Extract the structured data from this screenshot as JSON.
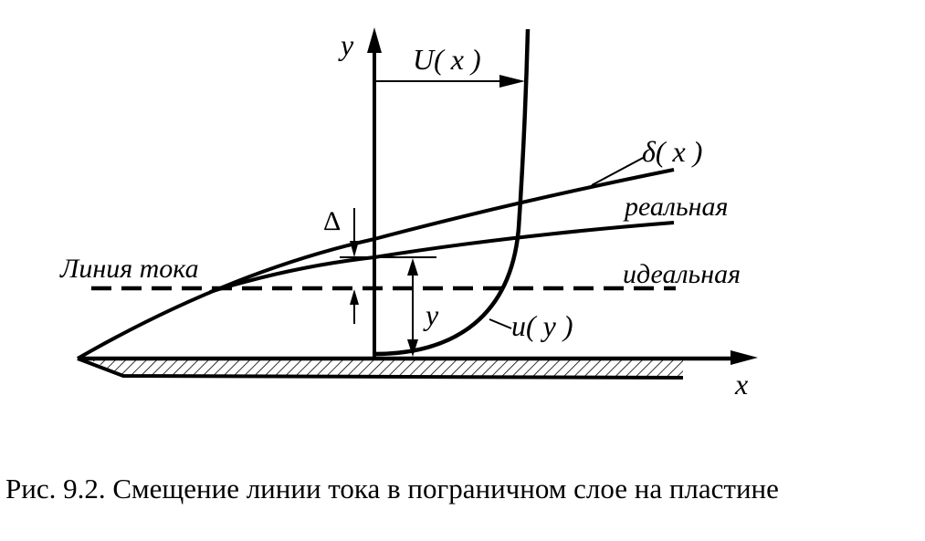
{
  "labels": {
    "y_axis": "y",
    "x_axis": "x",
    "outer_velocity": "U( x )",
    "thickness": "δ( x )",
    "real": "реальная",
    "ideal": "идеальная",
    "streamline": "Линия тока",
    "delta": "Δ",
    "y_distance": "y",
    "profile": "u( y )"
  },
  "caption": "Рис. 9.2. Смещение линии тока в пограничном слое на пластине"
}
